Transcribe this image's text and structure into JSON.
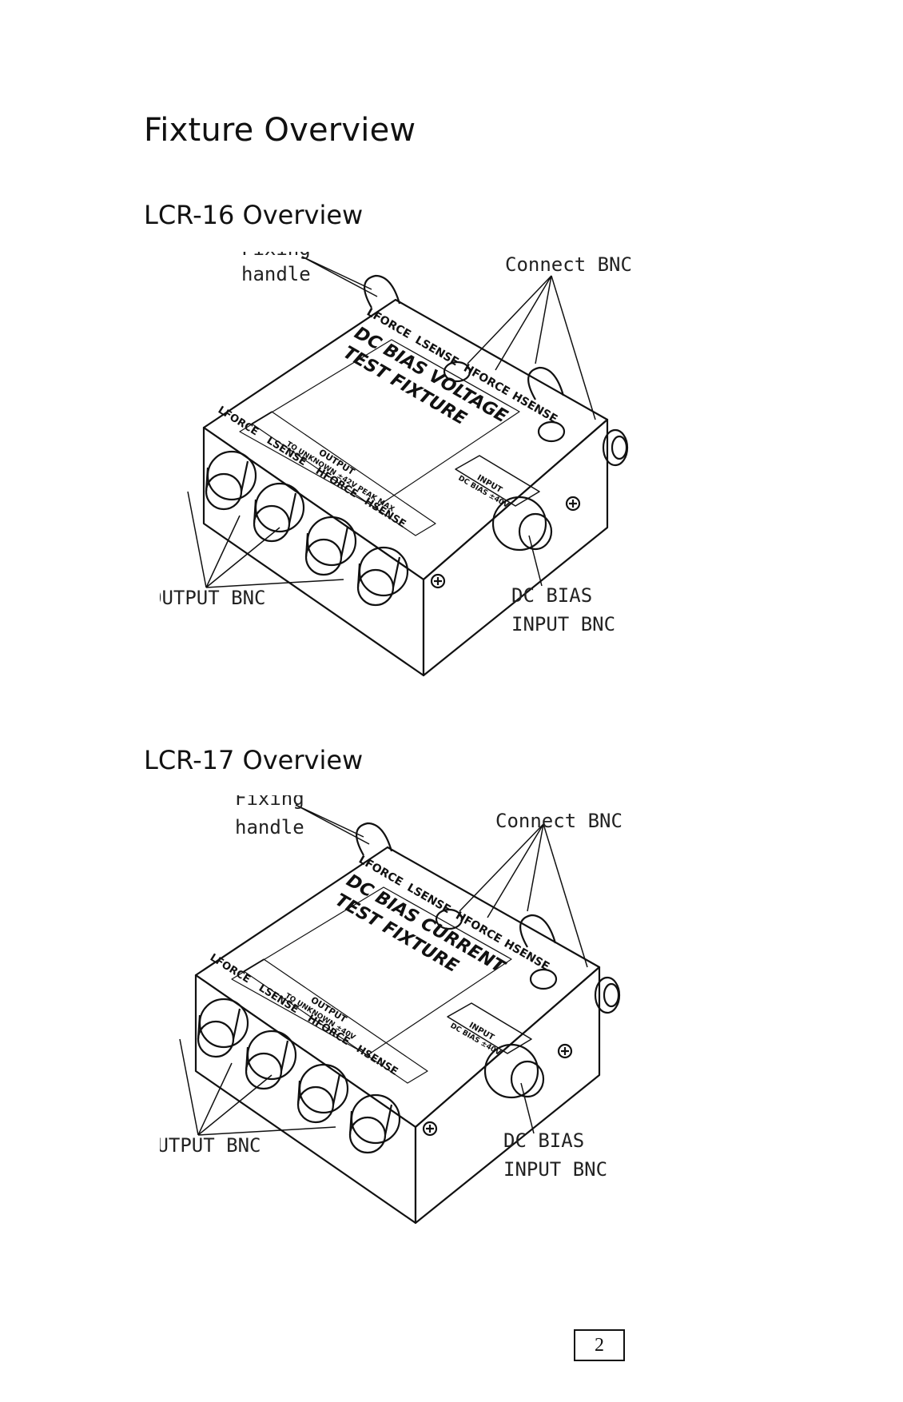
{
  "page": {
    "title": "Fixture Overview",
    "page_number": "2"
  },
  "sections": [
    {
      "heading": "LCR-16 Overview",
      "labels": {
        "fixing_handle_1": "Fixing",
        "fixing_handle_2": "handle",
        "connect_bnc": "Connect BNC",
        "output_bnc": "OUTPUT BNC",
        "dc_bias_1": "DC BIAS",
        "dc_bias_2": "INPUT BNC"
      },
      "panel": {
        "top_row": [
          "LFORCE",
          "LSENSE",
          "HFORCE",
          "HSENSE"
        ],
        "line1": "DC BIAS VOLTAGE",
        "line2": "TEST FIXTURE",
        "front_row": [
          "LFORCE",
          "LSENSE",
          "HFORCE",
          "HSENSE"
        ],
        "output_label": "OUTPUT",
        "output_detail": "TO UNKNOWN ±42V PEAK MAX",
        "input_label": "INPUT",
        "input_detail": "DC BIAS ±40V"
      }
    },
    {
      "heading": "LCR-17 Overview",
      "labels": {
        "fixing_handle_1": "Fixing",
        "fixing_handle_2": "handle",
        "connect_bnc": "Connect BNC",
        "output_bnc": "OUTPUT BNC",
        "dc_bias_1": "DC BIAS",
        "dc_bias_2": "INPUT BNC"
      },
      "panel": {
        "top_row": [
          "LFORCE",
          "LSENSE",
          "HFORCE",
          "HSENSE"
        ],
        "line1": "DC BIAS CURRENT",
        "line2": "TEST FIXTURE",
        "front_row": [
          "LFORCE",
          "LSENSE",
          "HFORCE",
          "HSENSE"
        ],
        "output_label": "OUTPUT",
        "output_detail": "TO UNKNOWN ±40V",
        "input_label": "INPUT",
        "input_detail": "DC BIAS ±40V"
      }
    }
  ]
}
